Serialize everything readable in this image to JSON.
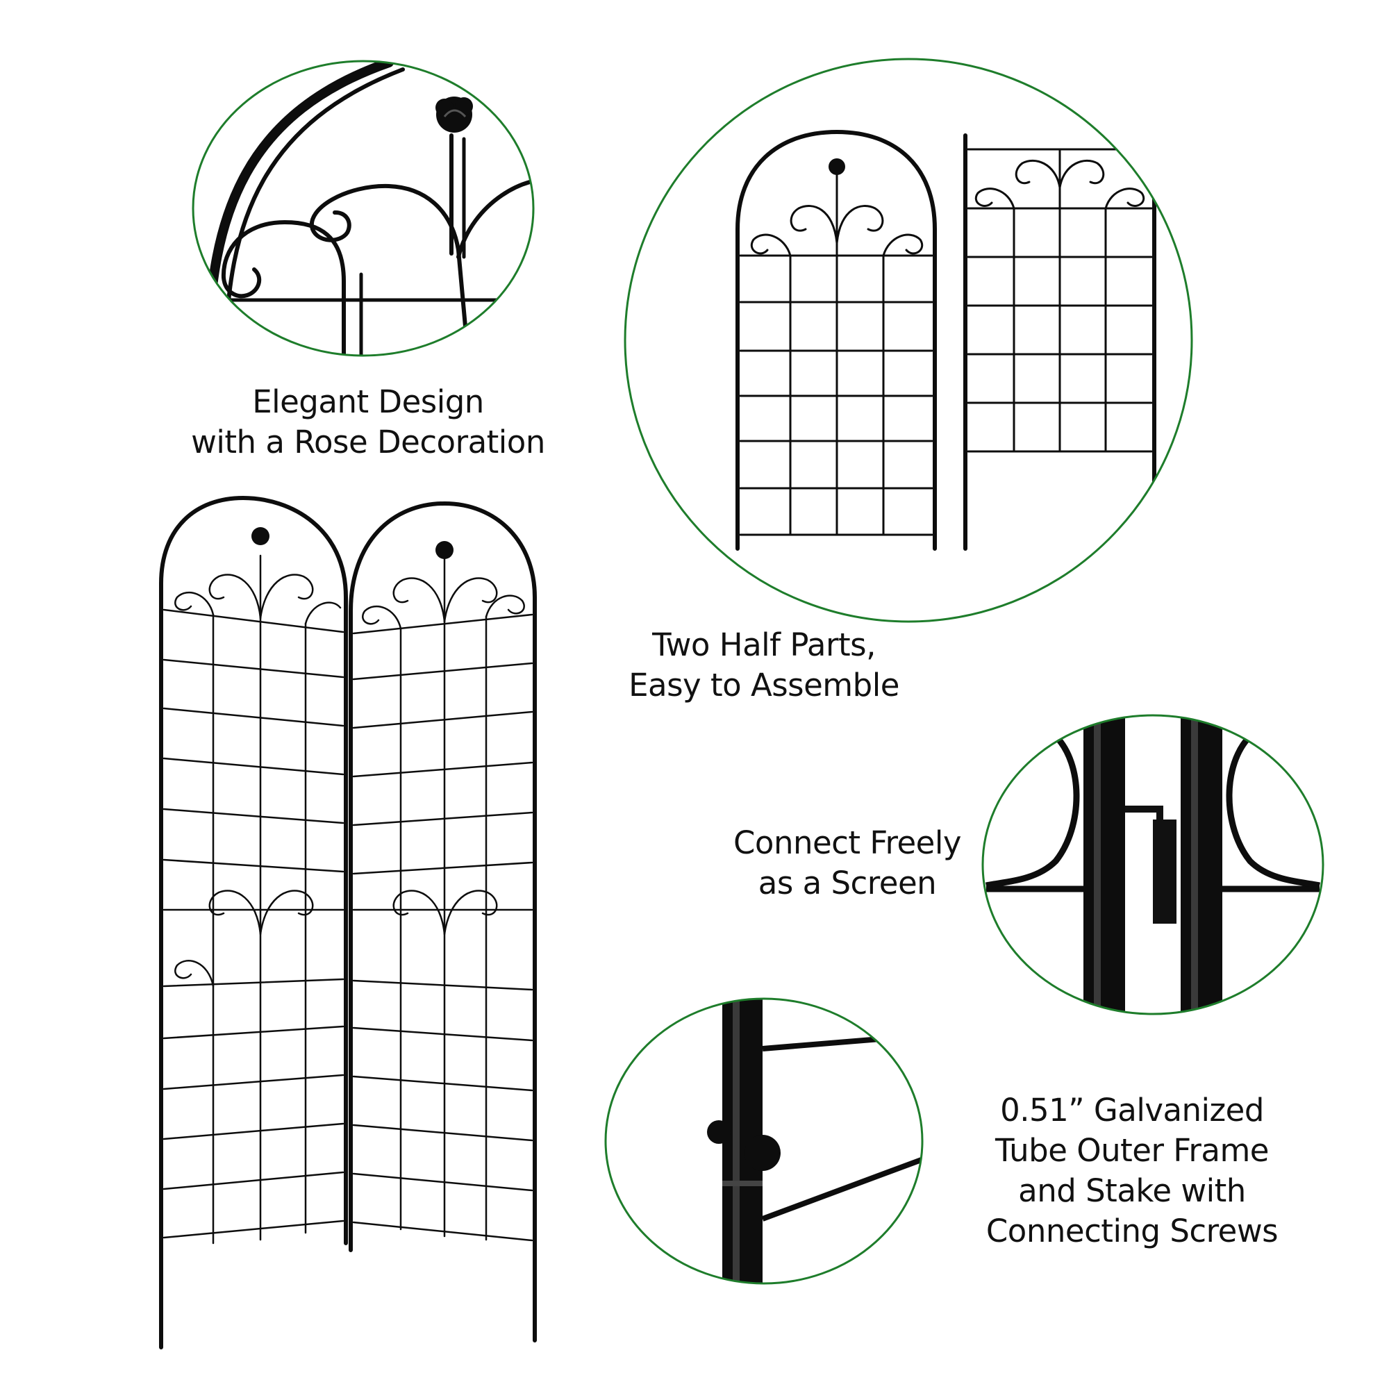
{
  "colors": {
    "circle_border": "#1e7d2b",
    "metal": "#0d0d0d",
    "background": "#ffffff"
  },
  "features": [
    {
      "name": "rose-decoration",
      "lines": [
        "Elegant Design",
        "with a Rose Decoration"
      ]
    },
    {
      "name": "two-half-parts",
      "lines": [
        "Two Half Parts,",
        "Easy to Assemble"
      ]
    },
    {
      "name": "connect-screen",
      "lines": [
        "Connect Freely",
        "as a Screen"
      ]
    },
    {
      "name": "galvanized-tube",
      "lines": [
        "0.51” Galvanized",
        "Tube Outer Frame",
        "and Stake with",
        "Connecting Screws"
      ]
    }
  ]
}
